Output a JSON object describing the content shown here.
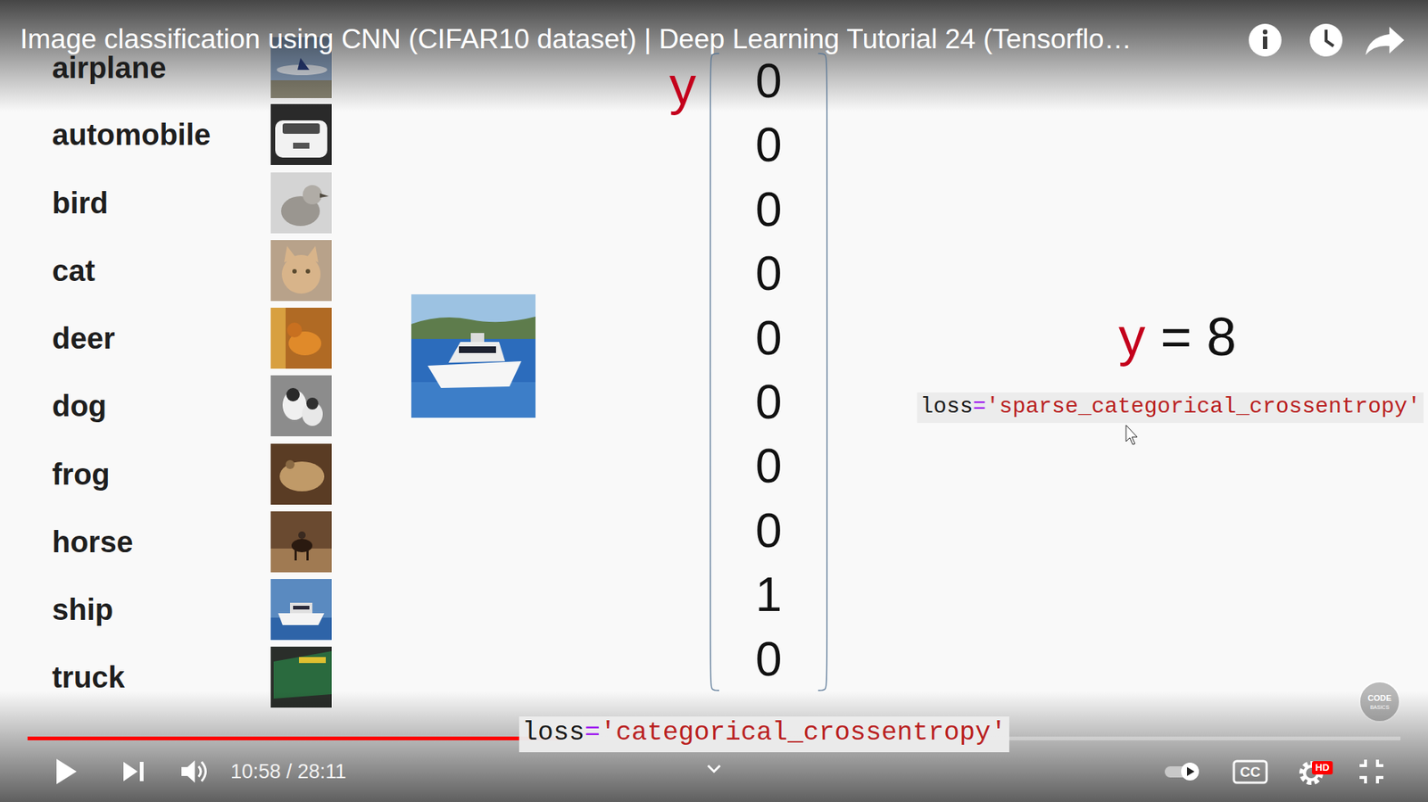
{
  "diagram": {
    "title": "Image classification using CNN (CIFAR10 dataset) | Deep Learning Tutorial 24 (Tensorflo…",
    "nodes": [
      {
        "text": [
          "y",
          "0",
          "0",
          "0",
          "0",
          "0",
          "0",
          "0",
          "0",
          "1",
          "0"
        ]
      }
    ],
    "labels": [
      "airplane",
      "automobile",
      "bird",
      "cat",
      "deer",
      "dog",
      "frog",
      "horse",
      "ship",
      "truck",
      "y",
      "= 8",
      "loss",
      "=",
      "'sparse_categorical_crossentropy'",
      "loss",
      "=",
      "'categorical_crossentropy'",
      "10:58 / 28:11",
      "CODE",
      "BASICS",
      "HD",
      "CC"
    ]
  }
}
